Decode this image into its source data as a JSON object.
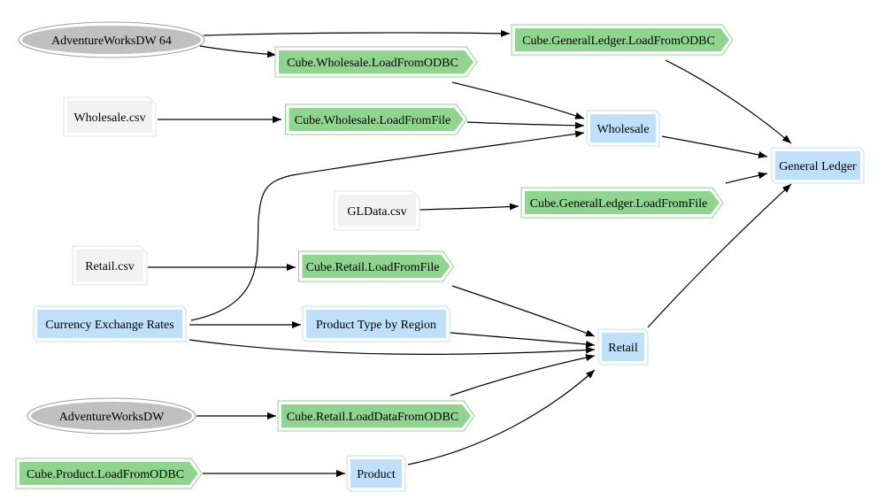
{
  "diagram": {
    "nodes": [
      {
        "id": "adw64",
        "label": "AdventureWorksDW 64",
        "kind": "database"
      },
      {
        "id": "adw",
        "label": "AdventureWorksDW",
        "kind": "database"
      },
      {
        "id": "wholesale_csv",
        "label": "Wholesale.csv",
        "kind": "file"
      },
      {
        "id": "gldata_csv",
        "label": "GLData.csv",
        "kind": "file"
      },
      {
        "id": "retail_csv",
        "label": "Retail.csv",
        "kind": "file"
      },
      {
        "id": "gl_odbc",
        "label": "Cube.GeneralLedger.LoadFromODBC",
        "kind": "process"
      },
      {
        "id": "wh_odbc",
        "label": "Cube.Wholesale.LoadFromODBC",
        "kind": "process"
      },
      {
        "id": "wh_file",
        "label": "Cube.Wholesale.LoadFromFile",
        "kind": "process"
      },
      {
        "id": "gl_file",
        "label": "Cube.GeneralLedger.LoadFromFile",
        "kind": "process"
      },
      {
        "id": "rt_file",
        "label": "Cube.Retail.LoadFromFile",
        "kind": "process"
      },
      {
        "id": "rt_odbc",
        "label": "Cube.Retail.LoadDataFromODBC",
        "kind": "process"
      },
      {
        "id": "prod_odbc",
        "label": "Cube.Product.LoadFromODBC",
        "kind": "process"
      },
      {
        "id": "wholesale",
        "label": "Wholesale",
        "kind": "cube"
      },
      {
        "id": "general_ledger",
        "label": "General Ledger",
        "kind": "cube"
      },
      {
        "id": "currency",
        "label": "Currency Exchange Rates",
        "kind": "cube"
      },
      {
        "id": "ptype",
        "label": "Product Type by Region",
        "kind": "cube"
      },
      {
        "id": "retail",
        "label": "Retail",
        "kind": "cube"
      },
      {
        "id": "product",
        "label": "Product",
        "kind": "cube"
      }
    ],
    "edges": [
      {
        "from": "adw64",
        "to": "gl_odbc"
      },
      {
        "from": "adw64",
        "to": "wh_odbc"
      },
      {
        "from": "gl_odbc",
        "to": "general_ledger"
      },
      {
        "from": "wh_odbc",
        "to": "wholesale"
      },
      {
        "from": "wholesale_csv",
        "to": "wh_file"
      },
      {
        "from": "wh_file",
        "to": "wholesale"
      },
      {
        "from": "wholesale",
        "to": "general_ledger"
      },
      {
        "from": "currency",
        "to": "wholesale"
      },
      {
        "from": "gldata_csv",
        "to": "gl_file"
      },
      {
        "from": "gl_file",
        "to": "general_ledger"
      },
      {
        "from": "retail_csv",
        "to": "rt_file"
      },
      {
        "from": "rt_file",
        "to": "retail"
      },
      {
        "from": "currency",
        "to": "ptype"
      },
      {
        "from": "currency",
        "to": "retail"
      },
      {
        "from": "ptype",
        "to": "retail"
      },
      {
        "from": "retail",
        "to": "general_ledger"
      },
      {
        "from": "adw",
        "to": "rt_odbc"
      },
      {
        "from": "rt_odbc",
        "to": "retail"
      },
      {
        "from": "prod_odbc",
        "to": "product"
      },
      {
        "from": "product",
        "to": "retail"
      }
    ]
  },
  "colors": {
    "database_fill": "#c0c0c0",
    "database_stroke": "#a0a0a0",
    "file_fill": "#f2f2f2",
    "file_stroke": "#e0e0e0",
    "process_fill": "#8fd58f",
    "process_stroke": "#8fd58f",
    "cube_fill": "#bfe0fb",
    "cube_stroke": "#bfe0fb",
    "edge": "#000000"
  }
}
